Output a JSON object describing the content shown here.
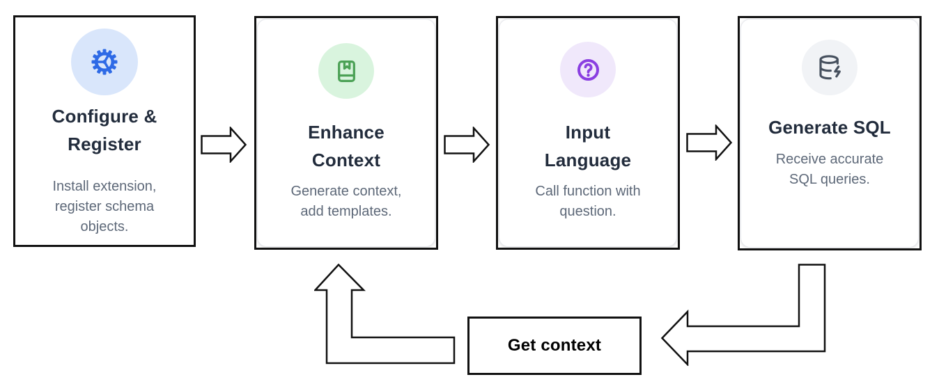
{
  "theme": {
    "background": "#ffffff",
    "outline_color": "#111111",
    "title_color": "#222c3c",
    "description_color": "#5d6878",
    "label_color": "#000000"
  },
  "cards": [
    {
      "id": "configure-register",
      "title_lines": [
        "Configure &",
        "Register"
      ],
      "description_lines": [
        "Install extension,",
        "register schema",
        "objects."
      ],
      "icon": "gear-icon",
      "icon_color": "#2e6ae6",
      "icon_bg": "#d9e6fb"
    },
    {
      "id": "enhance-context",
      "title_lines": [
        "Enhance",
        "Context"
      ],
      "description_lines": [
        "Generate context,",
        "add templates."
      ],
      "icon": "book-icon",
      "icon_color": "#4ba155",
      "icon_bg": "#d9f4de"
    },
    {
      "id": "input-language",
      "title_lines": [
        "Input",
        "Language"
      ],
      "description_lines": [
        "Call function with",
        "question."
      ],
      "icon": "question-icon",
      "icon_color": "#8a3fe1",
      "icon_bg": "#f0e8fb"
    },
    {
      "id": "generate-sql",
      "title_lines": [
        "Generate SQL"
      ],
      "description_lines": [
        "Receive accurate",
        "SQL queries."
      ],
      "icon": "database-zap-icon",
      "icon_color": "#46505e",
      "icon_bg": "#f1f3f6"
    }
  ],
  "loop": {
    "label": "Get context"
  }
}
